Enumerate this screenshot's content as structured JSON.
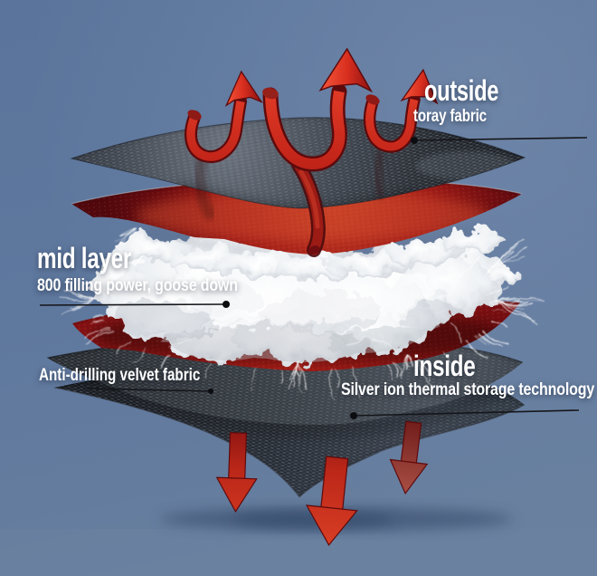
{
  "diagram": {
    "subject": "down jacket fabric layer structure",
    "annotations": {
      "outside": {
        "title": "outside",
        "subtitle": "toray fabric"
      },
      "mid_layer": {
        "title": "mid layer",
        "subtitle": "800 filling power, goose down"
      },
      "anti_drilling": {
        "label": "Anti-drilling velvet fabric"
      },
      "inside": {
        "title": "inside",
        "subtitle": "Silver ion thermal storage technology"
      }
    },
    "layers_top_to_bottom": [
      "outside toray fabric mesh",
      "red outer fabric",
      "goose down mid layer",
      "red inner fabric",
      "anti-drilling velvet fabric",
      "inside silver ion thermal storage lining"
    ],
    "arrows": {
      "upward_count": 3,
      "downward_count": 3
    },
    "colors": {
      "background_sky": "#5d779d",
      "background_floor": "#68809f",
      "arrow_red": "#cd3322",
      "fabric_red": "#9c1418",
      "mesh_dark": "#24272c",
      "down_white": "#f4f6f8",
      "label_text": "#ffffff",
      "leader_line": "#15161a"
    }
  }
}
